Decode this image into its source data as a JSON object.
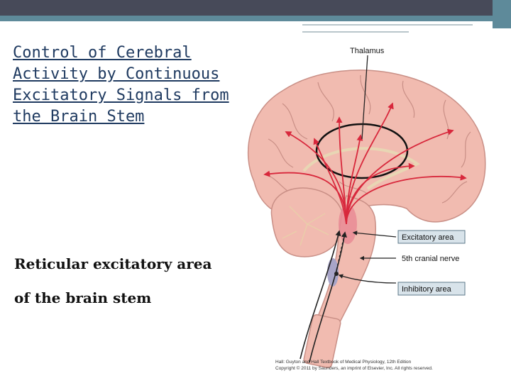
{
  "slide": {
    "title": "Control of Cerebral Activity by Continuous Excitatory Signals from the Brain Stem",
    "subtitle": "Reticular excitatory area of the brain stem"
  },
  "figure": {
    "labels": {
      "thalamus": "Thalamus",
      "excitatory": "Excitatory area",
      "cranial": "5th cranial nerve",
      "inhibitory": "Inhibitory area"
    },
    "credit_line1": "Hall: Guyton and Hall Textbook of Medical Physiology, 12th Edition",
    "credit_line2": "Copyright © 2011 by Saunders, an imprint of Elsevier, Inc. All rights reserved."
  },
  "colors": {
    "accent": "#5e8a9a",
    "title": "#1f3a60",
    "brain": "#f1bbb0",
    "arrow": "#d8283c"
  }
}
